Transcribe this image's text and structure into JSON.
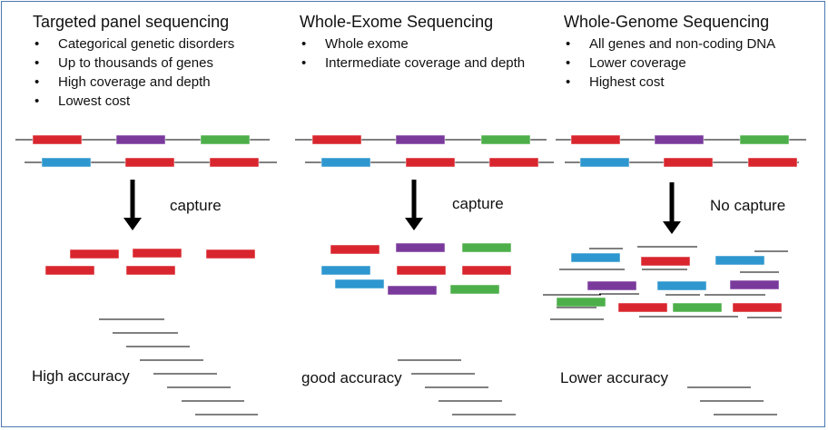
{
  "colors": {
    "red": "#d9262e",
    "purple": "#7a3a9c",
    "green": "#4daf4a",
    "blue": "#2e97cf",
    "line": "#000000",
    "border": "#4a78b0"
  },
  "panels": [
    {
      "title": "Targeted panel sequencing",
      "bullets": [
        "Categorical genetic disorders",
        "Up to thousands of genes",
        "High coverage and depth",
        "Lowest cost"
      ],
      "step_label": "capture",
      "result_label": "High accuracy"
    },
    {
      "title": "Whole-Exome Sequencing",
      "bullets": [
        "Whole exome",
        "Intermediate coverage and depth"
      ],
      "step_label": "capture",
      "result_label": "good accuracy"
    },
    {
      "title": "Whole-Genome Sequencing",
      "bullets": [
        "All genes and non-coding DNA",
        "Lower coverage",
        "Highest cost"
      ],
      "step_label": "No capture",
      "result_label": "Lower accuracy"
    }
  ]
}
